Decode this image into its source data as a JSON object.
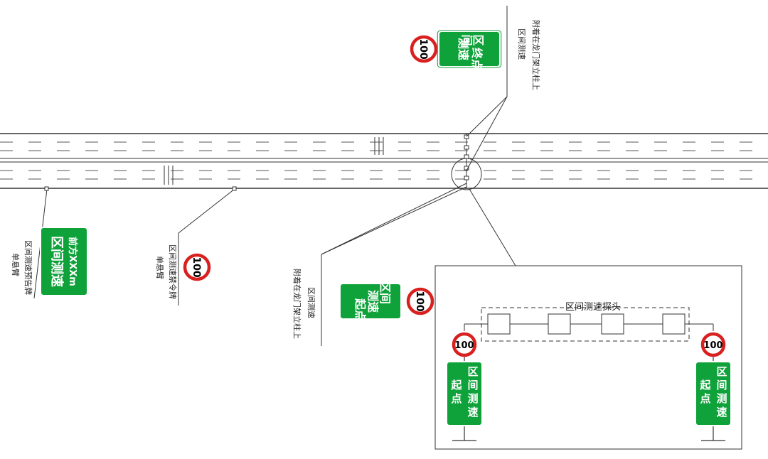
{
  "colors": {
    "sign_green": "#0fa23a",
    "sign_border": "#ffffff",
    "speed_red": "#d8201f",
    "line": "#333333",
    "lane": "#555555",
    "paper": "#ffffff"
  },
  "speed_limit": "100",
  "signs": {
    "end_sign": {
      "line1": "区间",
      "line2": "测速",
      "line3": "终点"
    },
    "start_sign": {
      "line1": "区间",
      "line2": "测速",
      "line3": "起点"
    },
    "advance_sign": {
      "line1": "前方XXXm",
      "line2": "区间测速"
    },
    "detail_left": {
      "line1": "区",
      "line2": "间",
      "line3": "测",
      "line4": "速",
      "side1": "起",
      "side2": "点"
    },
    "detail_right": {
      "line1": "区",
      "line2": "间",
      "line3": "测",
      "line4": "速",
      "side1": "起",
      "side2": "点"
    }
  },
  "annotations": {
    "end_note1": "区间测速",
    "end_note2": "附着在龙门架立柱上",
    "start_note1": "区间测速",
    "start_note2": "附着在龙门架立柱上",
    "advance_note1": "区间测速预告牌",
    "advance_note2": "单悬臂",
    "limit_note1": "区间测速禁令牌",
    "limit_note2": "单悬臂",
    "probe_label": "区间测速探头"
  }
}
